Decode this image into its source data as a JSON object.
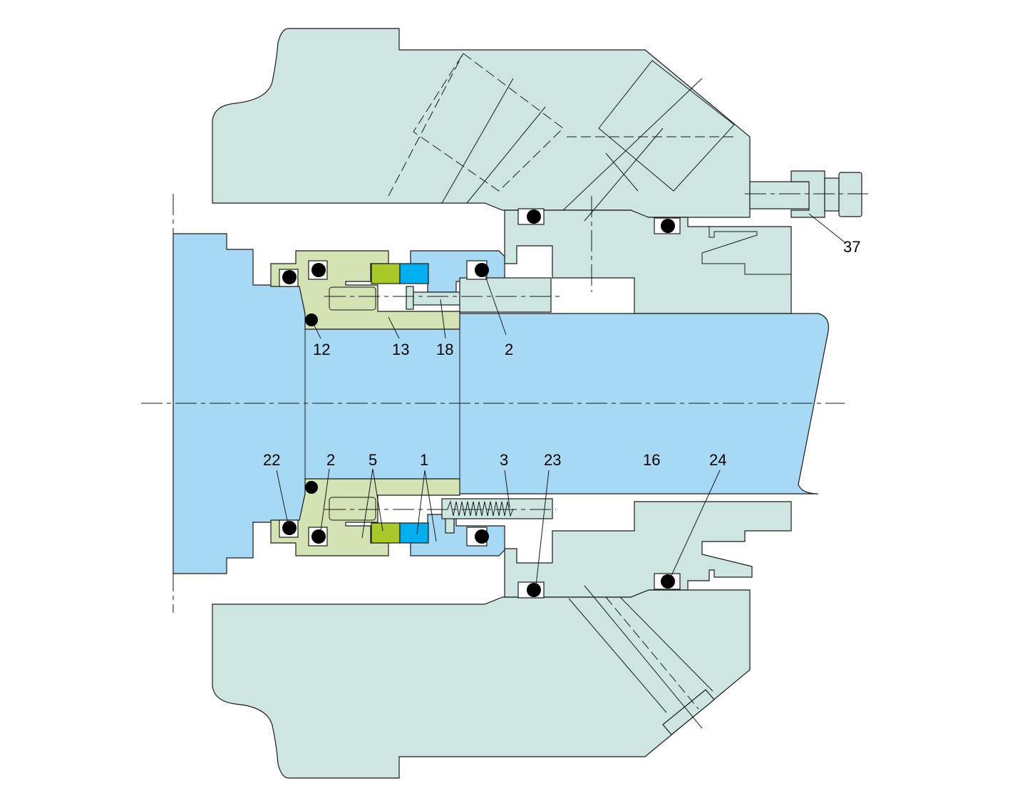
{
  "colors": {
    "housing": "#cde6e2",
    "shaft": "#a8d9f4",
    "sleeve": "#d3e3b4",
    "seat": "#a8d9f4",
    "face_green": "#a9c92a",
    "face_blue": "#00aeef",
    "oring": "#000000"
  },
  "labels": {
    "l12": "12",
    "l13": "13",
    "l18": "18",
    "l2_top": "2",
    "l37": "37",
    "l22": "22",
    "l2_bot": "2",
    "l5": "5",
    "l1": "1",
    "l3": "3",
    "l23": "23",
    "l16": "16",
    "l24": "24"
  }
}
